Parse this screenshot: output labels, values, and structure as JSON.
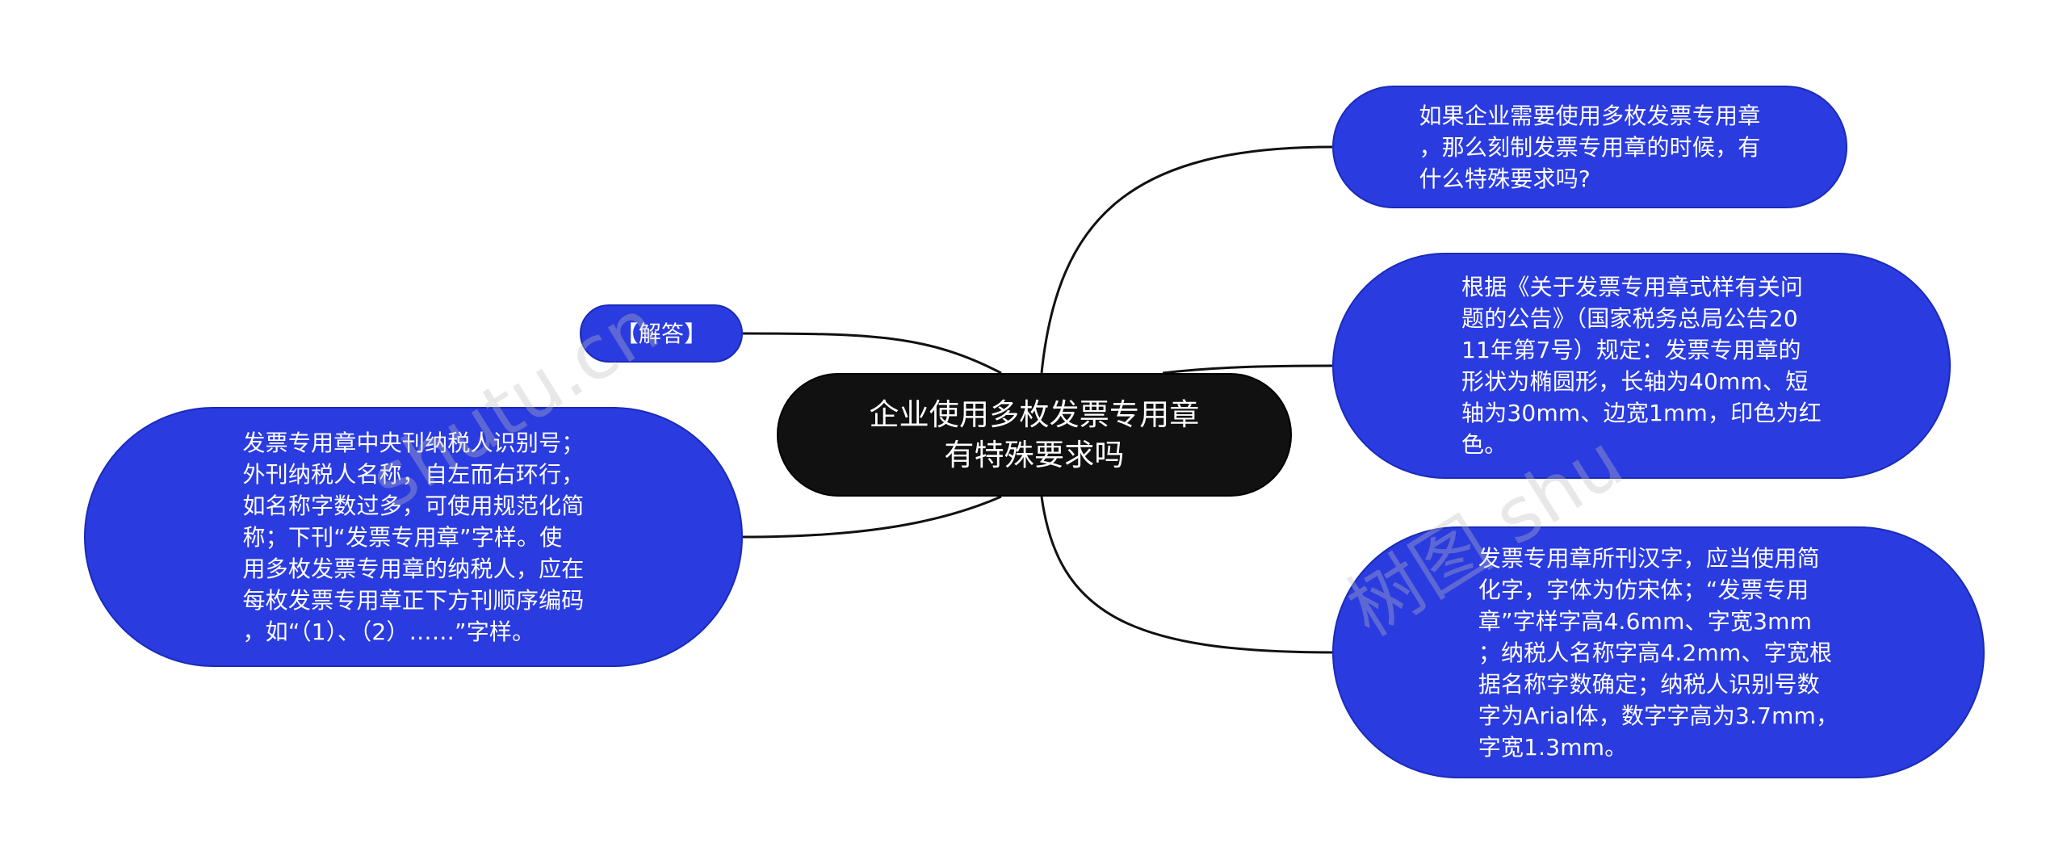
{
  "central": {
    "title": "企业使用多枚发票专用章\n有特殊要求吗"
  },
  "left": {
    "answer_label": "【解答】",
    "answer_text": "发票专用章中央刊纳税人识别号；\n外刊纳税人名称，自左而右环行，\n如名称字数过多，可使用规范化简\n称；下刊“发票专用章”字样。使\n用多枚发票专用章的纳税人，应在\n每枚发票专用章正下方刊顺序编码\n，如“（1）、（2）……”字样。"
  },
  "right": {
    "question": "如果企业需要使用多枚发票专用章\n，那么刻制发票专用章的时候，有\n什么特殊要求吗?",
    "rule_1": "根据《关于发票专用章式样有关问\n题的公告》（国家税务总局公告20\n11年第7号）规定：发票专用章的\n形状为椭圆形，长轴为40mm、短\n轴为30mm、边宽1mm，印色为红\n色。",
    "rule_2": "发票专用章所刊汉字，应当使用简\n化字，字体为仿宋体；“发票专用\n章”字样字高4.6mm、字宽3mm\n；纳税人名称字高4.2mm、字宽根\n据名称字数确定；纳税人识别号数\n字为Arial体，数字字高为3.7mm，\n字宽1.3mm。"
  },
  "watermarks": {
    "left": "shutu.cn",
    "right": "树图 shu"
  },
  "colors": {
    "topic_fill": "#2a3be0",
    "central_fill": "#111111",
    "edge": "#000000"
  }
}
